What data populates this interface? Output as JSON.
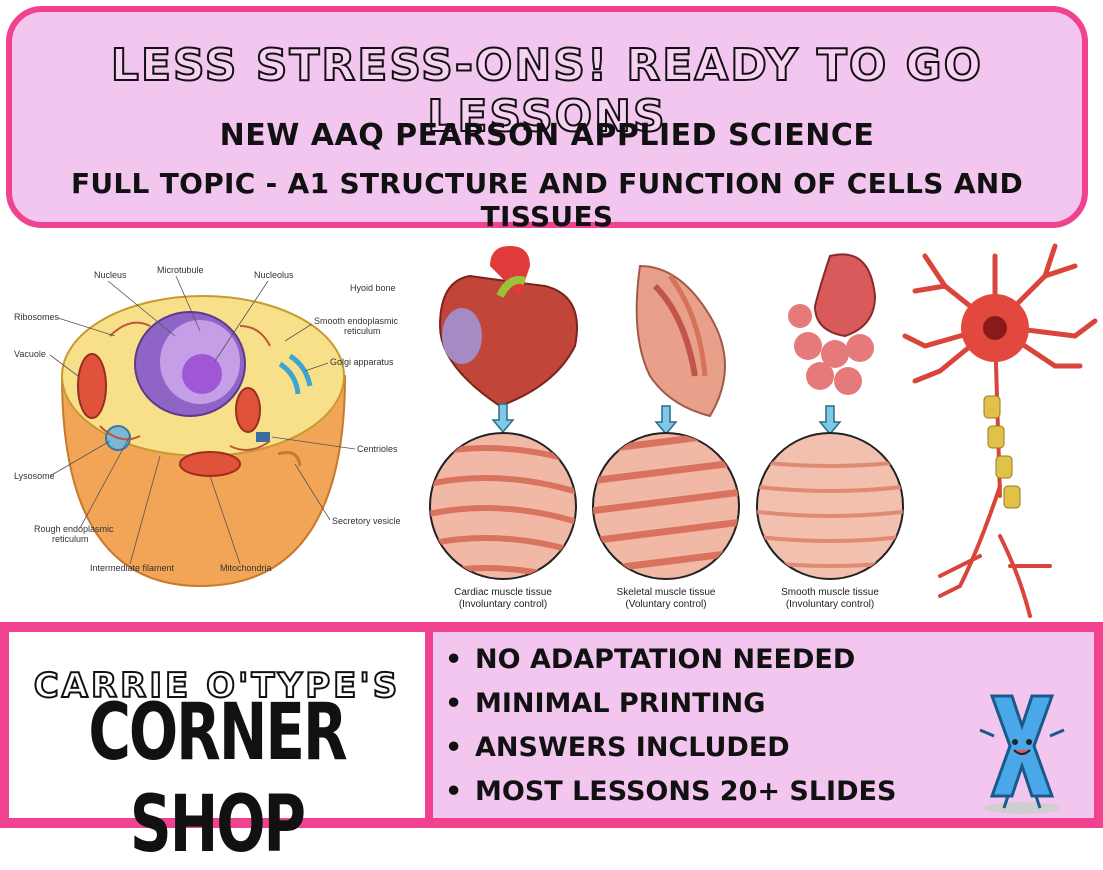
{
  "header": {
    "title": "LESS STRESS-ONS! READY TO GO LESSONS",
    "subtitle1": "NEW AAQ PEARSON APPLIED SCIENCE",
    "subtitle2": "FULL TOPIC - A1 STRUCTURE AND FUNCTION OF CELLS AND TISSUES"
  },
  "cell_diagram": {
    "labels": {
      "nucleus": "Nucleus",
      "microtubule": "Microtubule",
      "nucleolus": "Nucleolus",
      "hyoid": "Hyoid bone",
      "ribosomes": "Ribosomes",
      "smooth_er_1": "Smooth endoplasmic",
      "smooth_er_2": "reticulum",
      "golgi": "Golgi apparatus",
      "vacuole": "Vacuole",
      "centrioles": "Centrioles",
      "lysosome": "Lysosome",
      "secretory": "Secretory vesicle",
      "rough_er_1": "Rough endoplasmic",
      "rough_er_2": "reticulum",
      "intermediate": "Intermediate filament",
      "mitochondria": "Mitochondria"
    }
  },
  "tissues": [
    {
      "name": "Cardiac muscle tissue",
      "control": "(Involuntary control)"
    },
    {
      "name": "Skeletal muscle tissue",
      "control": "(Voluntary control)"
    },
    {
      "name": "Smooth muscle tissue",
      "control": "(Involuntary control)"
    }
  ],
  "logo": {
    "top": "CARRIE O'TYPE'S",
    "main": "CORNER SHOP"
  },
  "bullets": [
    "NO ADAPTATION NEEDED",
    "MINIMAL PRINTING",
    "ANSWERS INCLUDED",
    "MOST LESSONS 20+ SLIDES"
  ],
  "colors": {
    "accent_pink": "#f0428f",
    "light_pink": "#f2c6ee",
    "mascot_blue": "#4aa8e8"
  }
}
